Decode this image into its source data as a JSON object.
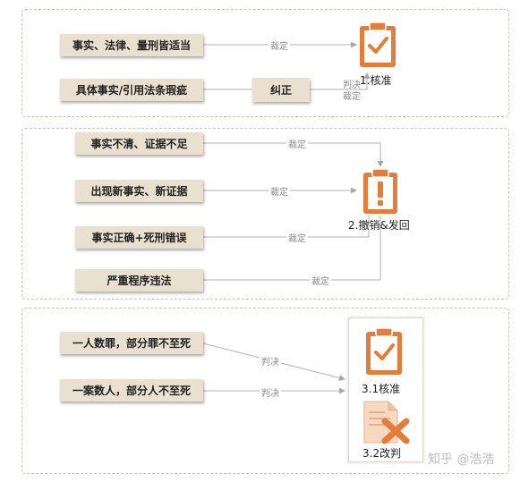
{
  "colors": {
    "accent": "#e57d3a",
    "box": "#e9e0cf",
    "line": "#b0b0b0"
  },
  "section1": {
    "box1": "事实、法律、量刑皆适当",
    "box2": "具体事实/引用法条瑕疵",
    "correct": "纠正",
    "label1": "裁定",
    "label2a": "判决",
    "label2b": "裁定",
    "result": "1.核准",
    "icon": "checkmark-clipboard-icon"
  },
  "section2": {
    "box1": "事实不清、证据不足",
    "box2": "出现新事实、新证据",
    "box3": "事实正确+死刑错误",
    "box4": "严重程序违法",
    "label1": "裁定",
    "label2": "裁定",
    "label3": "裁定",
    "label4": "裁定",
    "result": "2.撤销&发回",
    "icon": "exclamation-clipboard-icon"
  },
  "section3": {
    "box1": "一人数罪，部分罪不至死",
    "box2": "一案数人，部分人不至死",
    "label1": "判决",
    "label2": "判决",
    "result1": "3.1核准",
    "result2": "3.2改判",
    "icon1": "checkmark-clipboard-icon",
    "icon2": "document-cross-icon"
  },
  "watermark": "知乎 @浩浩"
}
